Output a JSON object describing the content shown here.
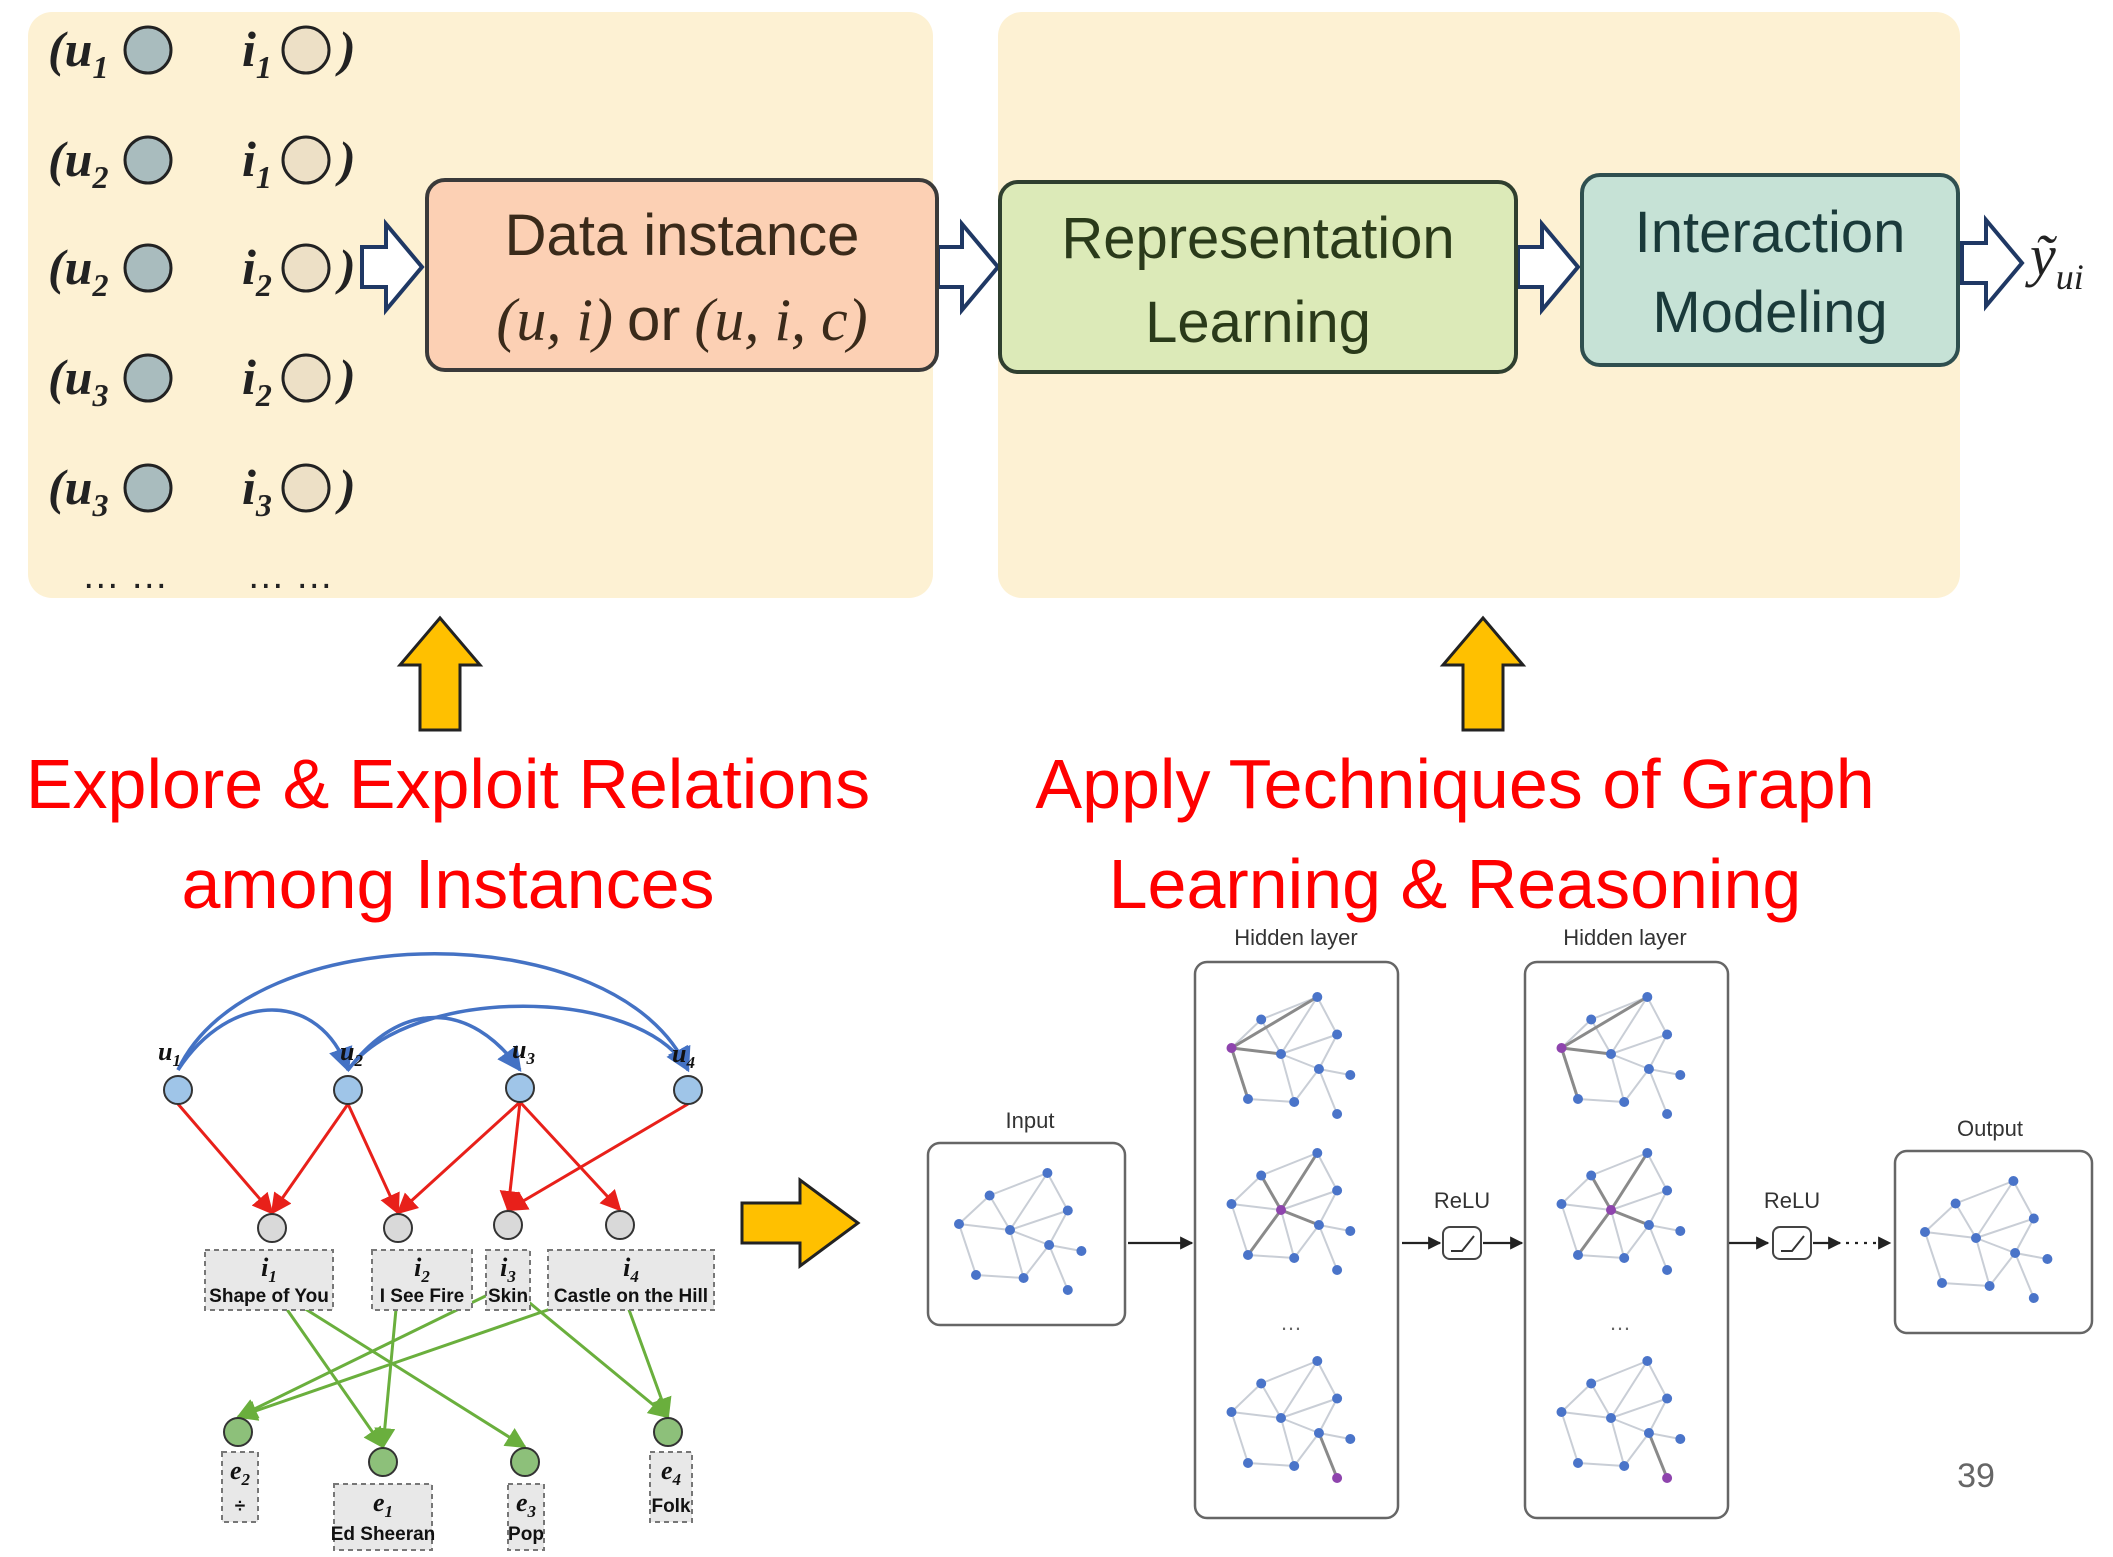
{
  "pairs": [
    {
      "user": "u",
      "user_sub": "1",
      "item": "i",
      "item_sub": "1"
    },
    {
      "user": "u",
      "user_sub": "2",
      "item": "i",
      "item_sub": "1"
    },
    {
      "user": "u",
      "user_sub": "2",
      "item": "i",
      "item_sub": "2"
    },
    {
      "user": "u",
      "user_sub": "3",
      "item": "i",
      "item_sub": "2"
    },
    {
      "user": "u",
      "user_sub": "3",
      "item": "i",
      "item_sub": "3"
    }
  ],
  "ellipsis": "… …",
  "pipeline": {
    "data_instance_title": "Data instance",
    "data_instance_formula_a": "(u, i)",
    "data_instance_or": "or",
    "data_instance_formula_b": "(u, i, c)",
    "representation_line1": "Representation",
    "representation_line2": "Learning",
    "interaction_line1": "Interaction",
    "interaction_line2": "Modeling",
    "output_symbol": "ỹ",
    "output_sub": "ui"
  },
  "captions": {
    "left_line1": "Explore & Exploit Relations",
    "left_line2": "among Instances",
    "right_line1": "Apply Techniques of Graph",
    "right_line2": "Learning & Reasoning"
  },
  "kg": {
    "users": [
      "u1",
      "u2",
      "u3",
      "u4"
    ],
    "items": [
      {
        "id": "i1",
        "label": "Shape of You"
      },
      {
        "id": "i2",
        "label": "I See Fire"
      },
      {
        "id": "i3",
        "label": "Skin"
      },
      {
        "id": "i4",
        "label": "Castle on the Hill"
      }
    ],
    "entities": [
      {
        "id": "e2",
        "label": "÷"
      },
      {
        "id": "e1",
        "label": "Ed Sheeran"
      },
      {
        "id": "e3",
        "label": "Pop"
      },
      {
        "id": "e4",
        "label": "Folk"
      }
    ]
  },
  "gnn": {
    "input_label": "Input",
    "hidden_label_1": "Hidden layer",
    "hidden_label_2": "Hidden layer",
    "relu_label_1": "ReLU",
    "relu_label_2": "ReLU",
    "output_label": "Output",
    "vdots": "…"
  },
  "page_number": "39",
  "colors": {
    "panel_bg": "#FDF1D3",
    "data_box": "#FCD0B4",
    "rep_box": "#DCEAB8",
    "inter_box": "#C6E2D6",
    "caption_red": "#FF0000",
    "arrow_gold": "#FFC000",
    "user_node": "#9FC5E8",
    "kg_blue": "#4472C4",
    "kg_red": "#E8201A",
    "kg_green": "#6AAF3D",
    "gnn_node": "#4A74C9",
    "gnn_highlight": "#8E44AD"
  }
}
